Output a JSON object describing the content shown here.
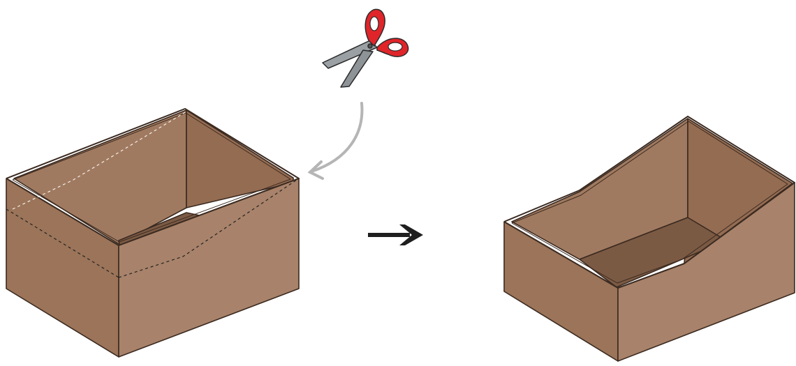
{
  "illustration": {
    "steps": [
      {
        "name": "box-before-cut",
        "cut_lines": "dashed"
      },
      {
        "name": "box-after-cut"
      }
    ],
    "icons": [
      "scissors-icon",
      "curved-arrow-icon",
      "right-arrow-icon"
    ],
    "colors": {
      "cardboard_light": "#a8826a",
      "cardboard_mid": "#9b7459",
      "cardboard_dark": "#8f6a50",
      "cardboard_inner_floor": "#7b5a44",
      "outline": "#3b2a20",
      "scissors_handle": "#e0252a",
      "scissors_blade": "#9aa0a3",
      "curved_arrow": "#b5b5b5",
      "right_arrow": "#1f1f1f",
      "background": "#ffffff"
    }
  }
}
